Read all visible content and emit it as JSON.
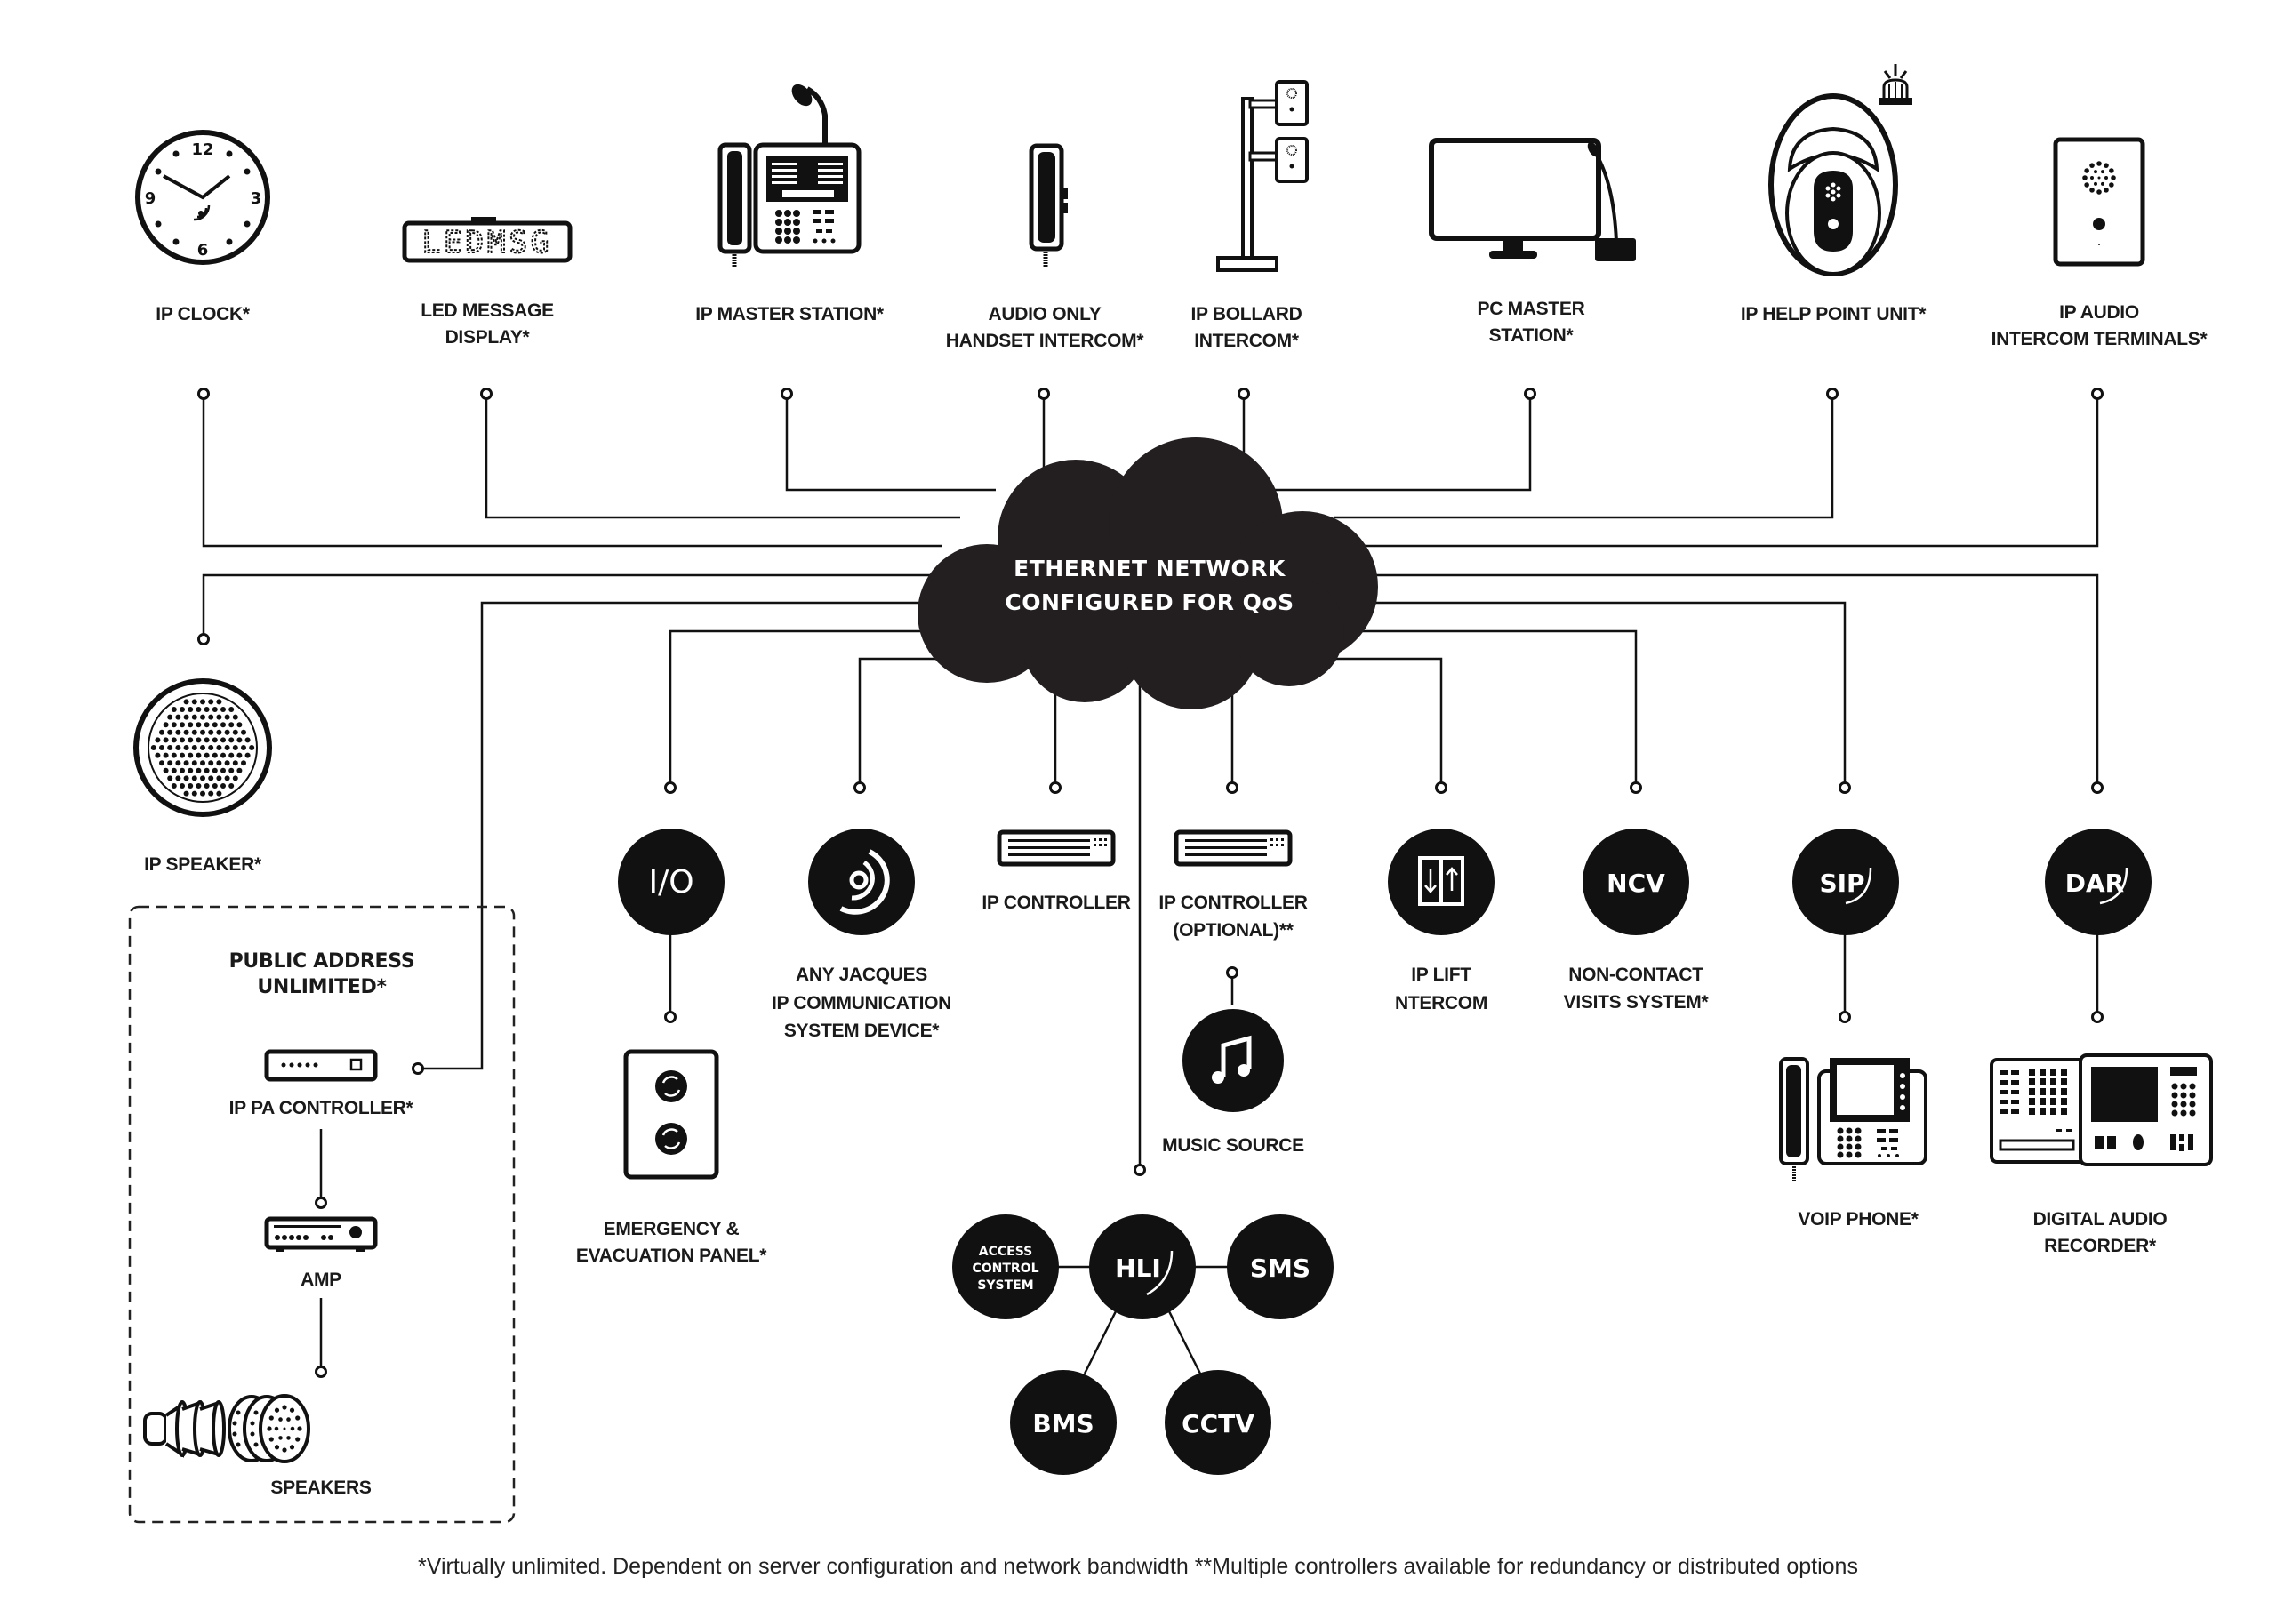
{
  "cloud": {
    "line1": "ETHERNET NETWORK",
    "line2": "CONFIGURED FOR QoS",
    "color": "#231f20"
  },
  "top_devices": [
    {
      "id": "ip-clock",
      "label": [
        "IP CLOCK*"
      ],
      "icon": "clock-icon"
    },
    {
      "id": "led-message-display",
      "label": [
        "LED MESSAGE",
        "DISPLAY*"
      ],
      "icon": "led-display-icon",
      "display_text": "LEDMSG"
    },
    {
      "id": "ip-master-station",
      "label": [
        "IP MASTER STATION*"
      ],
      "icon": "master-station-icon"
    },
    {
      "id": "audio-only-handset-intercom",
      "label": [
        "AUDIO ONLY",
        "HANDSET INTERCOM*"
      ],
      "icon": "handset-icon"
    },
    {
      "id": "ip-bollard-intercom",
      "label": [
        "IP BOLLARD",
        "INTERCOM*"
      ],
      "icon": "bollard-icon"
    },
    {
      "id": "pc-master-station",
      "label": [
        "PC MASTER",
        "STATION*"
      ],
      "icon": "monitor-icon"
    },
    {
      "id": "ip-help-point-unit",
      "label": [
        "IP HELP POINT UNIT*"
      ],
      "icon": "help-point-icon"
    },
    {
      "id": "ip-audio-intercom-terminals",
      "label": [
        "IP AUDIO",
        "INTERCOM TERMINALS*"
      ],
      "icon": "intercom-terminal-icon"
    }
  ],
  "clock_numbers": [
    "12",
    "3",
    "6",
    "9"
  ],
  "ip_speaker": {
    "label": "IP SPEAKER*",
    "icon": "speaker-grille-icon"
  },
  "public_address": {
    "title": [
      "PUBLIC ADDRESS",
      "UNLIMITED*"
    ],
    "controller_label": "IP PA CONTROLLER*",
    "amp_label": "AMP",
    "speakers_label": "SPEAKERS"
  },
  "bottom_devices": [
    {
      "id": "io",
      "badge": "I/O",
      "label": [],
      "icon": "io-icon"
    },
    {
      "id": "jacques-device",
      "badge": "",
      "label": [
        "ANY JACQUES",
        "IP COMMUNICATION",
        "SYSTEM DEVICE*"
      ],
      "icon": "jacques-logo-icon"
    },
    {
      "id": "ip-controller",
      "label": [
        "IP CONTROLLER"
      ],
      "icon": "rack-controller-icon"
    },
    {
      "id": "ip-controller-optional",
      "label": [
        "IP CONTROLLER",
        "(OPTIONAL)**"
      ],
      "icon": "rack-controller-icon"
    },
    {
      "id": "ip-lift-intercom",
      "label": [
        "IP LIFT",
        "NTERCOM"
      ],
      "icon": "lift-icon"
    },
    {
      "id": "ncv",
      "badge": "NCV",
      "label": [
        "NON-CONTACT",
        "VISITS SYSTEM*"
      ],
      "icon": "ncv-badge"
    },
    {
      "id": "sip",
      "badge": "SIP",
      "label": [],
      "icon": "sip-badge"
    },
    {
      "id": "dar",
      "badge": "DAR",
      "label": [],
      "icon": "dar-badge"
    }
  ],
  "emergency_panel": {
    "label": [
      "EMERGENCY &",
      "EVACUATION PANEL*"
    ],
    "icon": "emergency-panel-icon"
  },
  "music_source": {
    "label": "MUSIC SOURCE",
    "icon": "music-note-icon"
  },
  "voip_phone": {
    "label": "VOIP PHONE*",
    "icon": "voip-phone-icon"
  },
  "digital_audio_recorder": {
    "label": [
      "DIGITAL AUDIO",
      "RECORDER*"
    ],
    "icon": "recorder-icon"
  },
  "hli_cluster": {
    "center": "HLI",
    "nodes": [
      {
        "id": "access-control",
        "label": [
          "ACCESS",
          "CONTROL",
          "SYSTEM"
        ]
      },
      {
        "id": "sms",
        "label": [
          "SMS"
        ]
      },
      {
        "id": "bms",
        "label": [
          "BMS"
        ]
      },
      {
        "id": "cctv",
        "label": [
          "CCTV"
        ]
      }
    ]
  },
  "footer": "*Virtually unlimited. Dependent on server configuration and network bandwidth **Multiple controllers available for redundancy or distributed options"
}
